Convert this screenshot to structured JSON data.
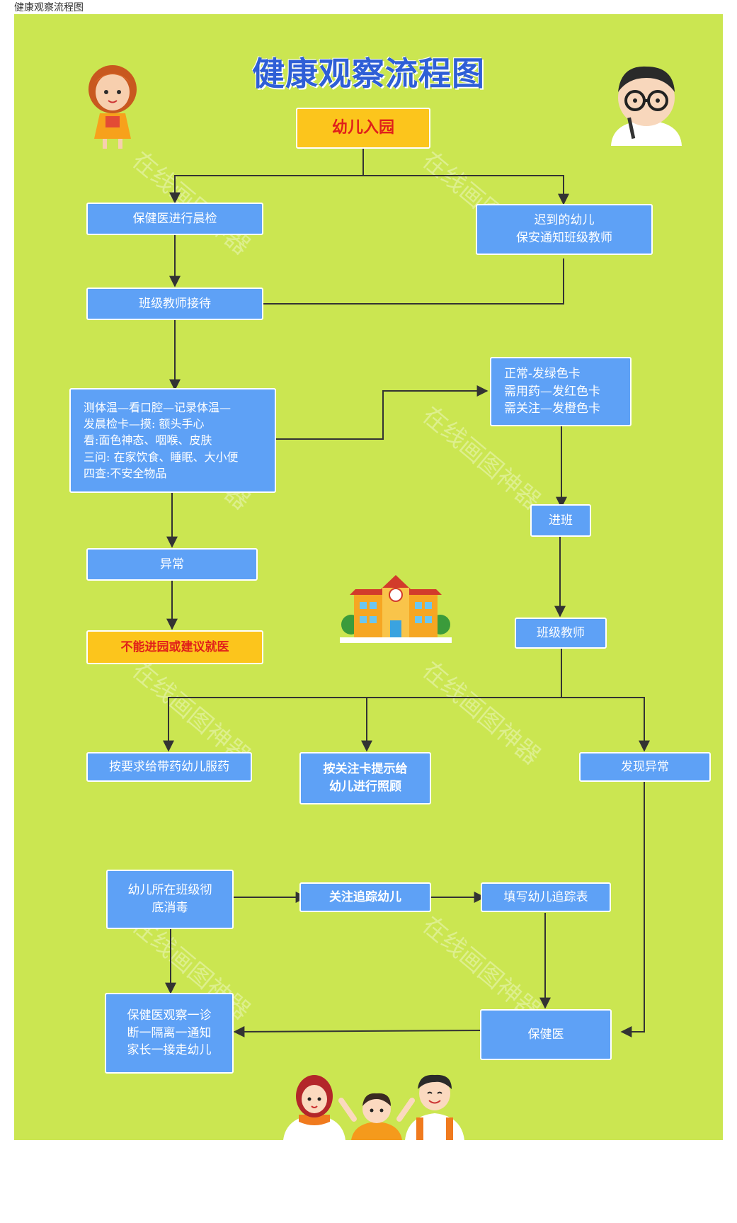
{
  "page_label": "健康观察流程图",
  "title": "健康观察流程图",
  "watermark": "在线画图神器",
  "nodes": {
    "entry": "幼儿入园",
    "morning_check": "保健医进行晨检",
    "late": "迟到的幼儿\n保安通知班级教师",
    "reception": "班级教师接待",
    "checks": "测体温—看口腔—记录体温—\n发晨检卡—摸: 额头手心\n看:面色神态、咽喉、皮肤\n三问: 在家饮食、睡眠、大小便\n四查:不安全物品",
    "cards": "正常-发绿色卡\n需用药—发红色卡\n需关注—发橙色卡",
    "abnormal": "异常",
    "go_class": "进班",
    "no_entry": "不能进园或建议就医",
    "class_teacher": "班级教师",
    "medicine": "按要求给带药幼儿服药",
    "card_care": "按关注卡提示给\n幼儿进行照顾",
    "find_abnormal": "发现异常",
    "disinfect": "幼儿所在班级彻\n底消毒",
    "track": "关注追踪幼儿",
    "track_form": "填写幼儿追踪表",
    "doctor": "保健医",
    "doctor_action": "保健医观察一诊\n断一隔离一通知\n家长一接走幼儿"
  },
  "icons": [
    "girl-illustration",
    "boy-illustration",
    "school-illustration",
    "family-illustration"
  ],
  "colors": {
    "background": "#cbe651",
    "node_blue": "#5ea1f6",
    "node_yellow": "#fcc51c",
    "highlight_text": "#e0201a",
    "title": "#2f5fd6",
    "connector": "#333333"
  }
}
